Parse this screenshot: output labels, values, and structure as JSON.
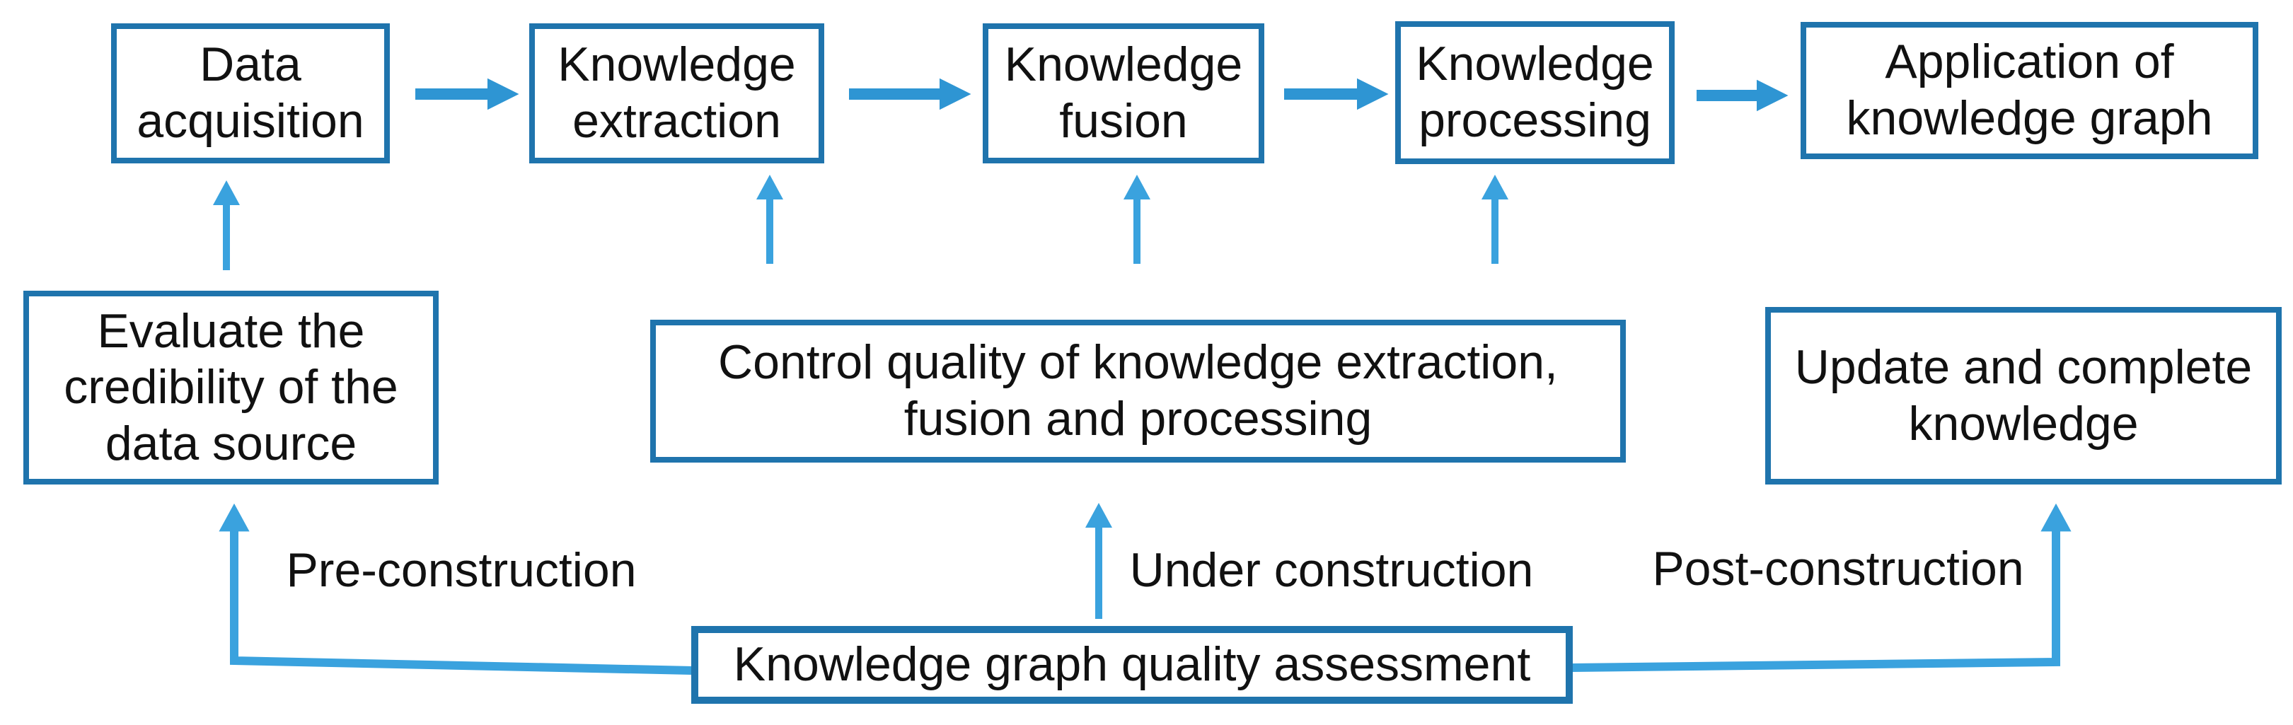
{
  "colors": {
    "box_border": "#1f74ad",
    "arrow_primary": "#2e95d3",
    "arrow_secondary": "#3aa2de",
    "text": "#111111",
    "background": "#ffffff"
  },
  "stages": [
    {
      "id": "data-acquisition",
      "label": "Data\nacquisition"
    },
    {
      "id": "knowledge-extraction",
      "label": "Knowledge\nextraction"
    },
    {
      "id": "knowledge-fusion",
      "label": "Knowledge\nfusion"
    },
    {
      "id": "knowledge-processing",
      "label": "Knowledge\nprocessing"
    },
    {
      "id": "application",
      "label": "Application of\nknowledge graph"
    }
  ],
  "quality_boxes": [
    {
      "id": "evaluate-credibility",
      "label": "Evaluate the\ncredibility of the\ndata source"
    },
    {
      "id": "control-quality",
      "label": "Control quality of knowledge extraction,\nfusion and processing"
    },
    {
      "id": "update-complete",
      "label": "Update and complete\nknowledge"
    }
  ],
  "assessment_box": {
    "label": "Knowledge graph quality assessment"
  },
  "phases": [
    {
      "id": "pre-construction",
      "label": "Pre-construction"
    },
    {
      "id": "under-construction",
      "label": "Under construction"
    },
    {
      "id": "post-construction",
      "label": "Post-construction"
    }
  ],
  "connections": [
    {
      "from": "data-acquisition",
      "to": "knowledge-extraction",
      "style": "thick-horizontal"
    },
    {
      "from": "knowledge-extraction",
      "to": "knowledge-fusion",
      "style": "thick-horizontal"
    },
    {
      "from": "knowledge-fusion",
      "to": "knowledge-processing",
      "style": "thick-horizontal"
    },
    {
      "from": "knowledge-processing",
      "to": "application",
      "style": "thick-horizontal"
    },
    {
      "from": "evaluate-credibility",
      "to": "data-acquisition",
      "style": "thin-vertical"
    },
    {
      "from": "control-quality",
      "to": "knowledge-extraction",
      "style": "thin-vertical"
    },
    {
      "from": "control-quality",
      "to": "knowledge-fusion",
      "style": "thin-vertical"
    },
    {
      "from": "control-quality",
      "to": "knowledge-processing",
      "style": "thin-vertical"
    },
    {
      "from": "assessment",
      "to": "evaluate-credibility",
      "style": "elbow",
      "phase": "Pre-construction"
    },
    {
      "from": "assessment",
      "to": "control-quality",
      "style": "thin-vertical",
      "phase": "Under construction"
    },
    {
      "from": "assessment",
      "to": "update-complete",
      "style": "elbow",
      "phase": "Post-construction"
    }
  ]
}
